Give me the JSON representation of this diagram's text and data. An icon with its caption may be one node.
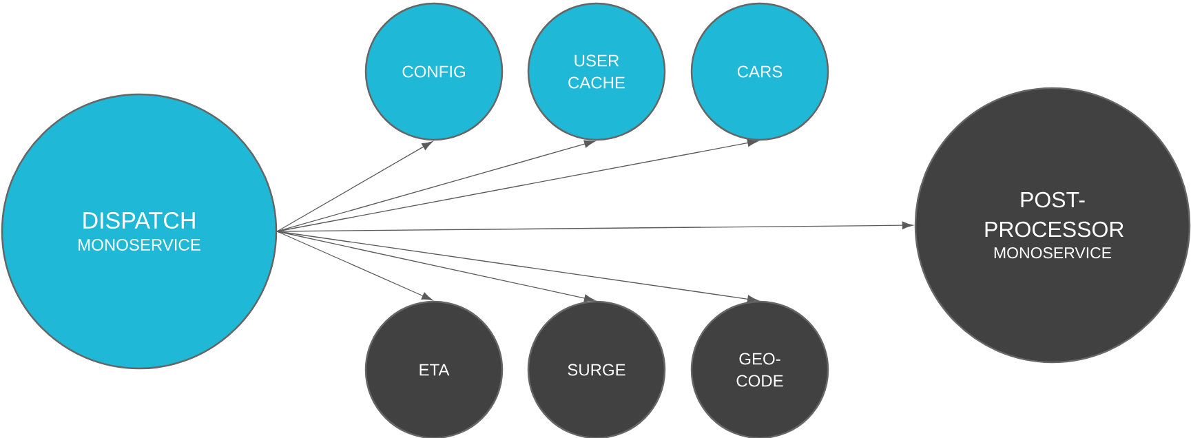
{
  "diagram": {
    "nodes": [
      {
        "text": [
          "DISPATCH",
          "MONOSERVICE"
        ]
      },
      {
        "text": [
          "CONFIG"
        ]
      },
      {
        "text": [
          "USER CACHE"
        ]
      },
      {
        "text": [
          "CARS"
        ]
      },
      {
        "text": [
          "ETA"
        ]
      },
      {
        "text": [
          "SURGE"
        ]
      },
      {
        "text": [
          "GEO-CODE"
        ]
      },
      {
        "text": [
          "POST-PROCESSOR",
          "MONOSERVICE"
        ]
      }
    ],
    "edges": [
      {
        "from": 0,
        "to": 1,
        "arrow": "to"
      },
      {
        "from": 0,
        "to": 2,
        "arrow": "to"
      },
      {
        "from": 0,
        "to": 3,
        "arrow": "to"
      },
      {
        "from": 0,
        "to": 7,
        "arrow": "to"
      },
      {
        "from": 0,
        "to": 4,
        "arrow": "to"
      },
      {
        "from": 0,
        "to": 5,
        "arrow": "to"
      },
      {
        "from": 0,
        "to": 6,
        "arrow": "to"
      }
    ]
  }
}
